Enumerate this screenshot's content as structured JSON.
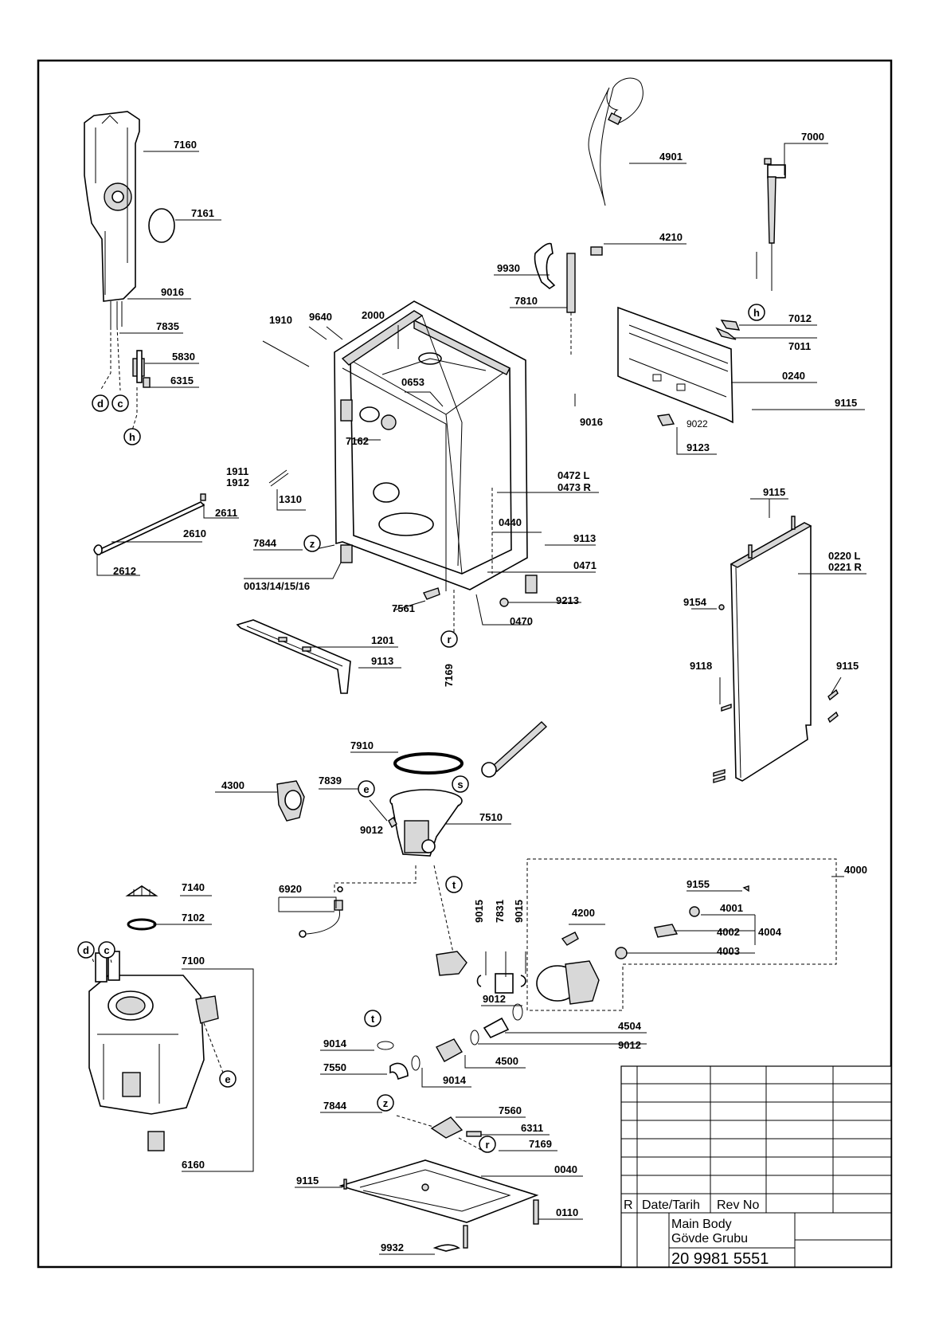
{
  "title_block": {
    "col_r": "R",
    "col_date": "Date/Tarih",
    "col_rev": "Rev No",
    "name_en": "Main Body",
    "name_tr": "Gövde Grubu",
    "drawing_no": "20 9981 5551"
  },
  "part_labels": {
    "p7160": "7160",
    "p7161": "7161",
    "p9016a": "9016",
    "p7835": "7835",
    "p5830": "5830",
    "p6315": "6315",
    "p4901": "4901",
    "p7000": "7000",
    "p4210": "4210",
    "p9930": "9930",
    "p7810": "7810",
    "p7012": "7012",
    "p7011": "7011",
    "p0240": "0240",
    "p9115a": "9115",
    "p9016b": "9016",
    "p9022": "9022",
    "p9123": "9123",
    "p1910": "1910",
    "p9640": "9640",
    "p2000": "2000",
    "p0653": "0653",
    "p7162": "7162",
    "p1911": "1911",
    "p1912": "1912",
    "p1310": "1310",
    "p2611": "2611",
    "p2610": "2610",
    "p2612": "2612",
    "p7844a": "7844",
    "p0013": "0013/14/15/16",
    "p0472": "0472 L",
    "p0473": "0473 R",
    "p0440": "0440",
    "p9113a": "9113",
    "p0471": "0471",
    "p7561": "7561",
    "p9213": "9213",
    "p0470": "0470",
    "p7169a": "7169",
    "p1201": "1201",
    "p9113b": "9113",
    "p9115b": "9115",
    "p0220": "0220 L",
    "p0221": "0221 R",
    "p9154": "9154",
    "p9118": "9118",
    "p9115c": "9115",
    "p7910": "7910",
    "p4300": "4300",
    "p7839": "7839",
    "p9012a": "9012",
    "p7510": "7510",
    "p4000": "4000",
    "p9155": "9155",
    "p4001": "4001",
    "p4002": "4002",
    "p4004": "4004",
    "p4003": "4003",
    "p4200": "4200",
    "p9015a": "9015",
    "p7831": "7831",
    "p9015b": "9015",
    "p7140": "7140",
    "p7102": "7102",
    "p6920": "6920",
    "p7100": "7100",
    "p6160": "6160",
    "p9012b": "9012",
    "p4504": "4504",
    "p9012c": "9012",
    "p9014a": "9014",
    "p7550": "7550",
    "p4500": "4500",
    "p9014b": "9014",
    "p7844b": "7844",
    "p7560": "7560",
    "p6311": "6311",
    "p7169b": "7169",
    "p0040": "0040",
    "p9115d": "9115",
    "p0110": "0110",
    "p9932": "9932"
  },
  "callouts": {
    "d": "d",
    "c": "c",
    "h": "h",
    "z": "z",
    "r": "r",
    "e": "e",
    "s": "s",
    "t": "t"
  }
}
